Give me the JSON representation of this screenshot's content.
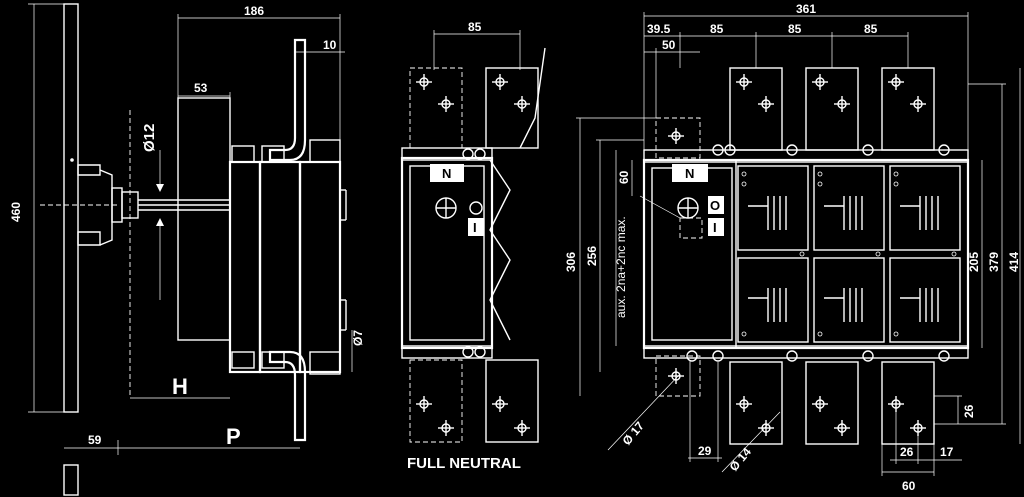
{
  "dimensions": {
    "side_width": "186",
    "side_flange": "10",
    "side_depth": "53",
    "side_hole": "Ø12",
    "side_height": "460",
    "side_bottom": "59",
    "side_slot": "Ø7",
    "label_h": "H",
    "label_p": "P",
    "mid_pitch": "85",
    "top_total": "361",
    "top_aux_offset": "39.5",
    "top_aux_width": "50",
    "top_pitch_1": "85",
    "top_pitch_2": "85",
    "top_pitch_3": "85",
    "left_306": "306",
    "left_256": "256",
    "aux_note": "aux. 2na+2nc max.",
    "aux_60": "60",
    "right_205": "205",
    "right_379": "379",
    "right_414": "414",
    "hole_17": "Ø 17",
    "hole_14": "Ø 14",
    "bottom_29": "29",
    "term_26v": "26",
    "term_26h": "26",
    "term_17": "17",
    "term_60": "60"
  },
  "labels": {
    "full_neutral": "FULL NEUTRAL",
    "neutral_n": "N",
    "switch_i": "I",
    "switch_o": "O"
  }
}
